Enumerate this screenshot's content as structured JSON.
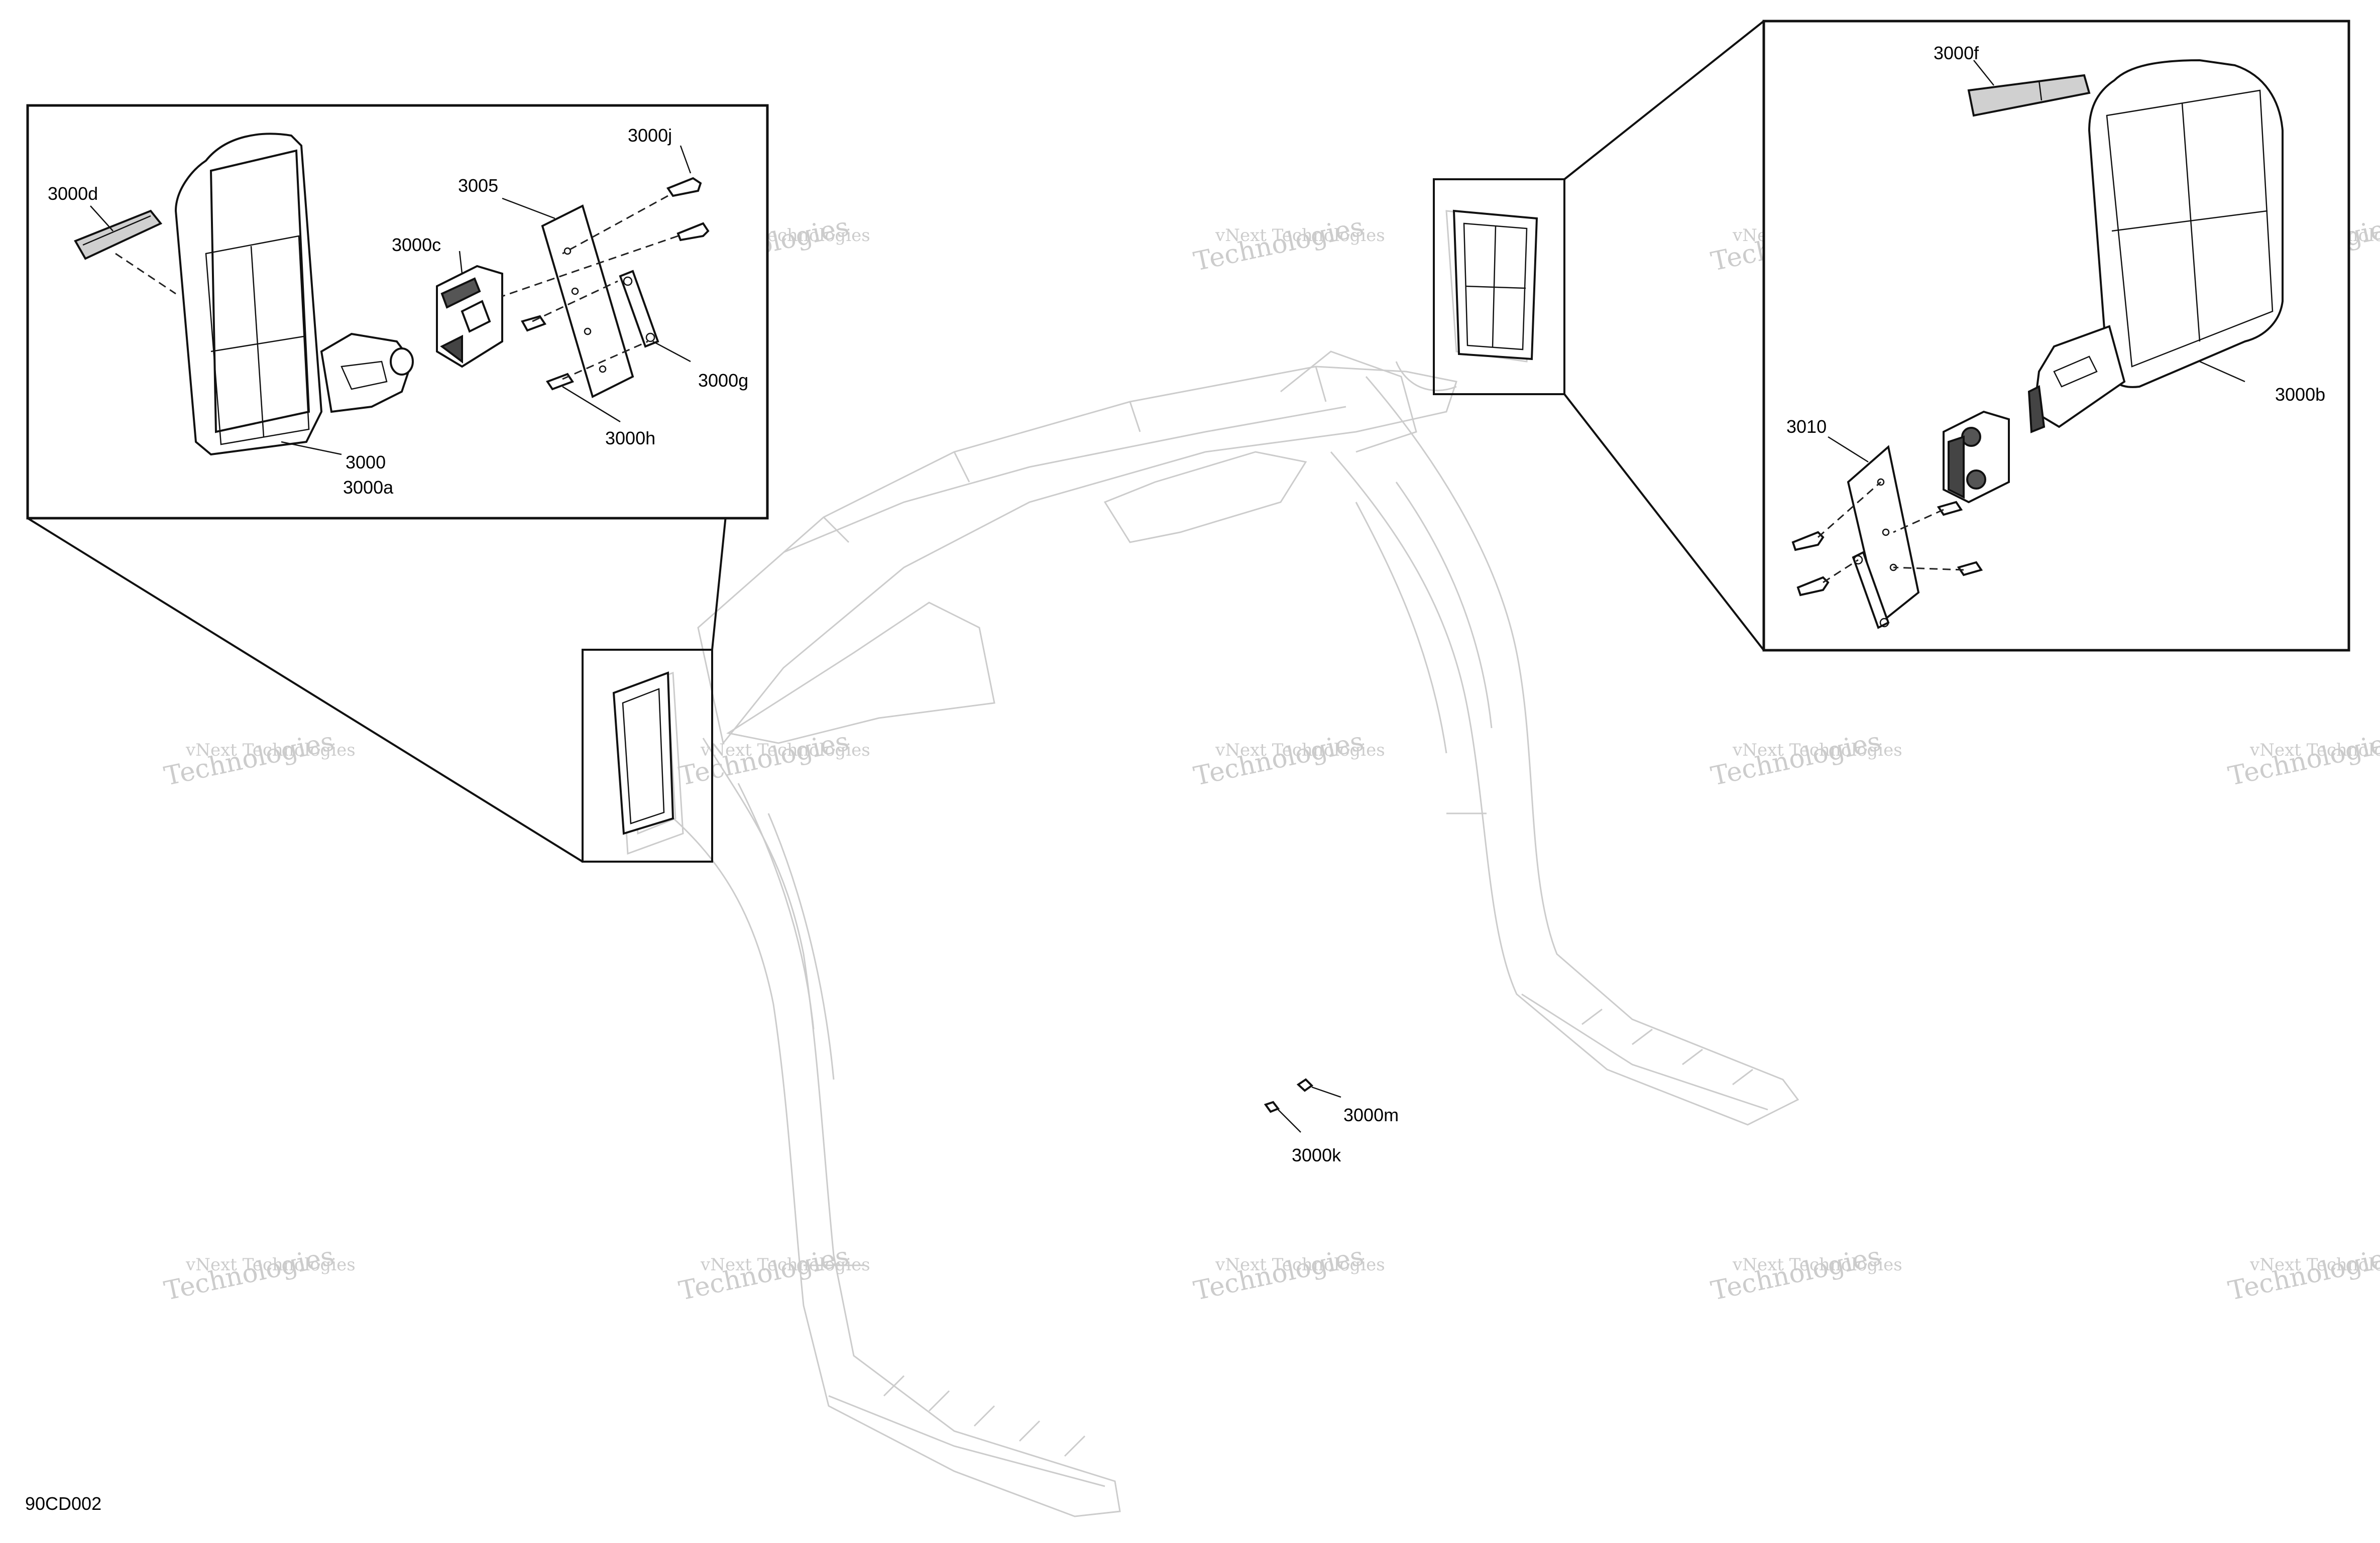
{
  "drawing_id": "90CD002",
  "watermark": {
    "line1": "vNext Technologies",
    "line2": "Technologies"
  },
  "callouts": {
    "left_detail": {
      "mirror": "3000",
      "mirror_alt": "3000a",
      "bracket": "3000c",
      "reflector": "3000d",
      "plate": "3005",
      "bolt_top": "3000j",
      "strap": "3000g",
      "bolt_bottom": "3000h"
    },
    "right_detail": {
      "reflector": "3000f",
      "mirror": "3000b",
      "plate": "3010"
    },
    "center": {
      "nut": "3000m",
      "bolt": "3000k"
    }
  }
}
